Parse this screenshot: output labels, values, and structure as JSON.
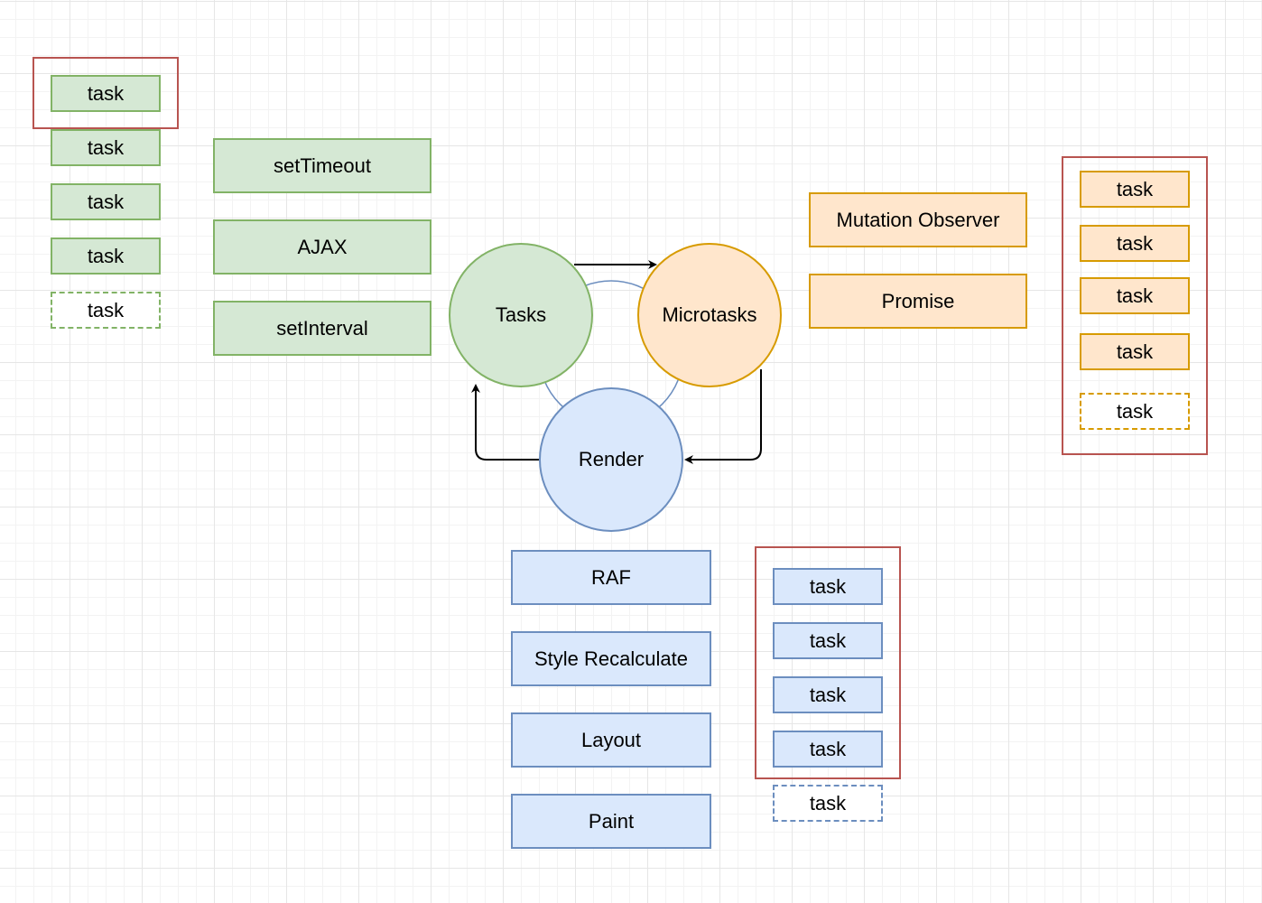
{
  "diagram": {
    "circles": {
      "tasks": "Tasks",
      "microtasks": "Microtasks",
      "render": "Render"
    },
    "task_queue": {
      "items": [
        "task",
        "task",
        "task",
        "task",
        "task"
      ]
    },
    "task_sources": [
      "setTimeout",
      "AJAX",
      "setInterval"
    ],
    "microtask_sources": [
      "Mutation Observer",
      "Promise"
    ],
    "microtask_queue": {
      "items": [
        "task",
        "task",
        "task",
        "task",
        "task"
      ]
    },
    "render_steps": [
      "RAF",
      "Style Recalculate",
      "Layout",
      "Paint"
    ],
    "render_queue": {
      "items": [
        "task",
        "task",
        "task",
        "task",
        "task"
      ]
    }
  }
}
